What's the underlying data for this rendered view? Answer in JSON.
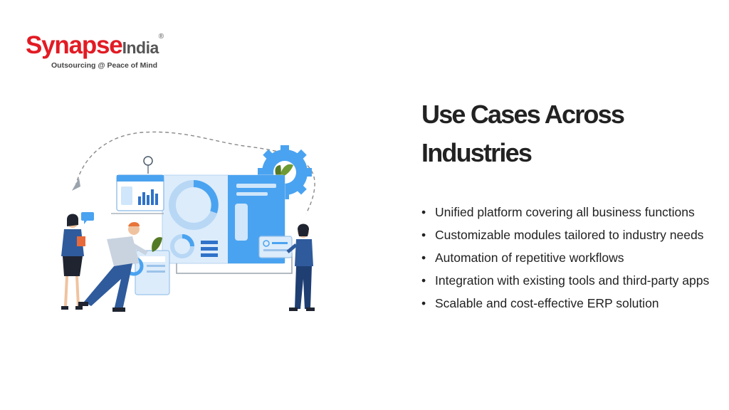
{
  "brand": {
    "name_primary": "Synapse",
    "name_secondary": "India",
    "registered_mark": "®",
    "tagline": "Outsourcing @ Peace of Mind",
    "primary_color": "#e21b24",
    "secondary_color": "#555555"
  },
  "slide": {
    "title": "Use Cases Across Industries",
    "bullets": [
      "Unified platform covering all business functions",
      "Customizable modules tailored to industry needs",
      "Automation of repetitive workflows",
      "Integration with existing tools and third-party apps",
      "Scalable and cost-effective ERP solution"
    ]
  },
  "illustration": {
    "subject": "team-collaborating-on-dashboard",
    "accent_color": "#4aa3f0",
    "light_color": "#dcecfb",
    "dark_color": "#1f3f73",
    "leaf_color": "#5c8d2f"
  }
}
